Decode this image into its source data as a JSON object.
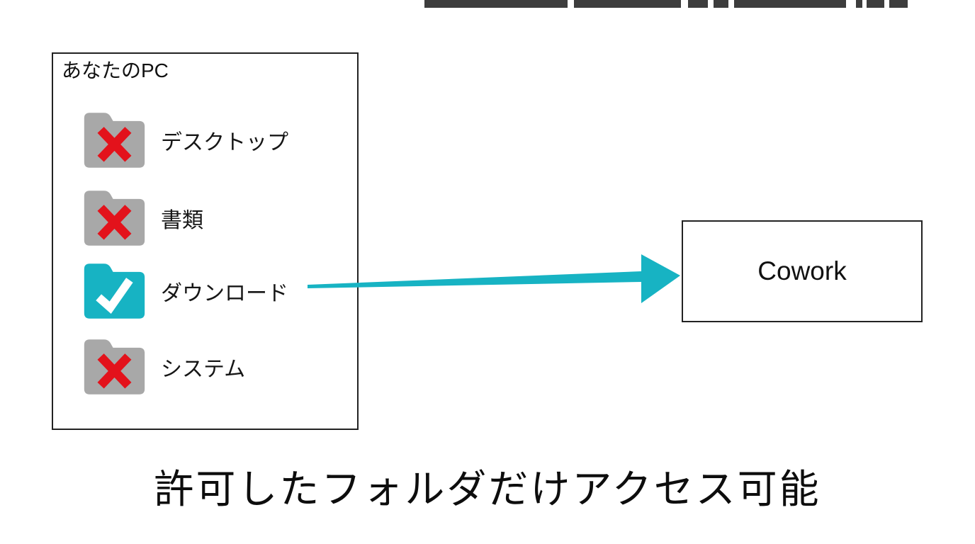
{
  "pc_box": {
    "title": "あなたのPC",
    "folders": [
      {
        "name": "デスクトップ",
        "allowed": false
      },
      {
        "name": "書類",
        "allowed": false
      },
      {
        "name": "ダウンロード",
        "allowed": true
      },
      {
        "name": "システム",
        "allowed": false
      }
    ]
  },
  "app_box": {
    "label": "Cowork"
  },
  "caption": "許可したフォルダだけアクセス可能",
  "colors": {
    "folder_denied": "#a8a8a8",
    "folder_allowed": "#17b3c3",
    "denied_x": "#e3121b",
    "check": "#ffffff",
    "arrow": "#17b3c3",
    "topbar": "#3d3d3d"
  }
}
